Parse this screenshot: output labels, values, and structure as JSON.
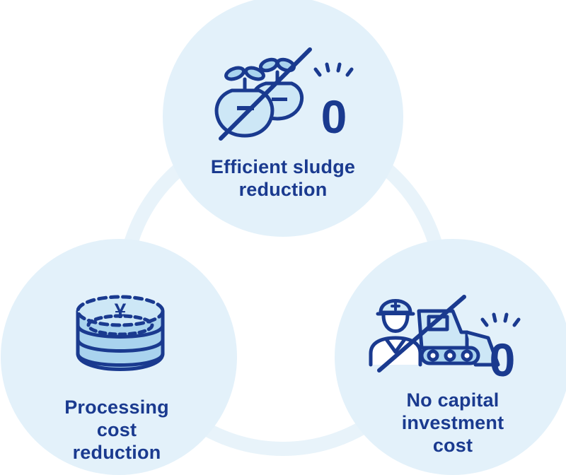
{
  "colors": {
    "circle_fill": "#e3f1fa",
    "ring": "#e8f3fa",
    "icon_stroke": "#1a3a8f",
    "icon_light": "#cde7f6",
    "icon_mid": "#a9d3ee",
    "text": "#1a3a8f"
  },
  "nodes": [
    {
      "id": "sludge",
      "icon": "sludge-bags-icon",
      "zero_text": "0",
      "label_lines": [
        "Efficient sludge",
        "reduction"
      ]
    },
    {
      "id": "processing",
      "icon": "yen-coin-stack-icon",
      "coin_symbol": "¥",
      "label_lines": [
        "Processing",
        "cost",
        "reduction"
      ]
    },
    {
      "id": "capital",
      "icon": "worker-bulldozer-icon",
      "zero_text": "0",
      "label_lines": [
        "No capital",
        "investment",
        "cost"
      ]
    }
  ]
}
